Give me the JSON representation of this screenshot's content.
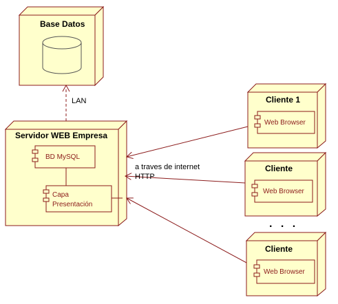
{
  "nodes": {
    "database": {
      "title": "Base Datos"
    },
    "server": {
      "title": "Servidor WEB Empresa",
      "components": {
        "db": "BD MySQL",
        "presentation_line1": "Capa",
        "presentation_line2": "Presentación"
      }
    },
    "client1": {
      "title": "Cliente 1",
      "component": "Web Browser"
    },
    "client2": {
      "title": "Cliente",
      "component": "Web Browser"
    },
    "client3": {
      "title": "Cliente",
      "component": "Web Browser"
    }
  },
  "connections": {
    "lan_label": "LAN",
    "internet_label": "a traves de internet",
    "http_label": "HTTP"
  },
  "ellipsis": ". . ."
}
